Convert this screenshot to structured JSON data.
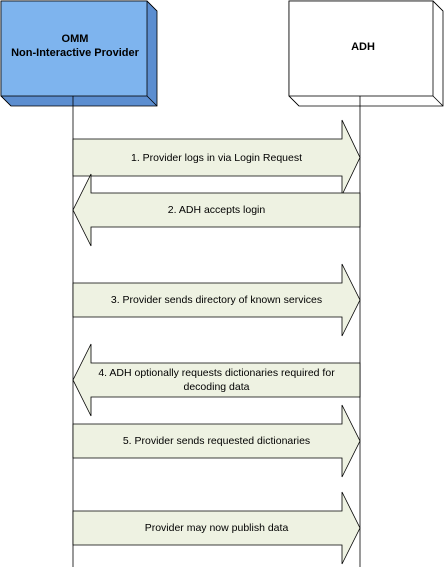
{
  "participants": {
    "provider": {
      "line1": "OMM",
      "line2": "Non-Interactive Provider"
    },
    "adh": {
      "label": "ADH"
    }
  },
  "messages": [
    {
      "label": "1. Provider logs in via Login Request",
      "direction": "right"
    },
    {
      "label": "2. ADH accepts login",
      "direction": "left"
    },
    {
      "label": "3. Provider sends directory of known services",
      "direction": "right"
    },
    {
      "label": "4. ADH optionally requests dictionaries required for decoding data",
      "direction": "left"
    },
    {
      "label": "5. Provider sends requested dictionaries",
      "direction": "right"
    },
    {
      "label": "Provider may now publish data",
      "direction": "right"
    }
  ],
  "colors": {
    "provider_fill": "#7eb4ee",
    "provider_side": "#5c8ed0",
    "arrow_fill": "#eef2e2",
    "arrow_stroke": "#000000"
  }
}
